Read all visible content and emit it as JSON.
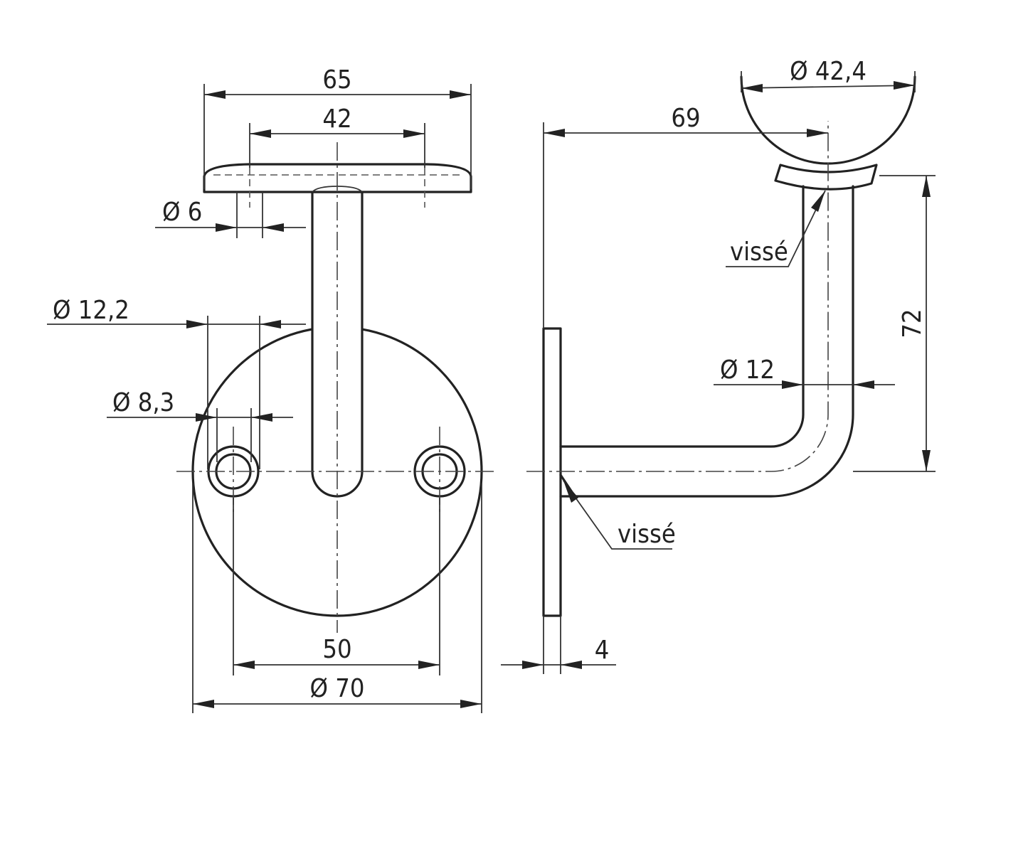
{
  "drawing": {
    "ink_color": "#222222",
    "background": "#ffffff"
  },
  "front_view": {
    "dim_top_width": "65",
    "dim_hole_spacing_top": "42",
    "dim_screw_dia": "Ø 6",
    "dim_counterbore_dia": "Ø 12,2",
    "dim_hole_dia": "Ø 8,3",
    "dim_base_hole_spacing": "50",
    "dim_base_dia": "Ø 70"
  },
  "side_view": {
    "dim_projection": "69",
    "dim_rail_dia": "Ø 42,4",
    "dim_height": "72",
    "dim_bar_dia": "Ø 12",
    "dim_plate_thickness": "4",
    "note_top": "vissé",
    "note_bottom": "vissé"
  }
}
